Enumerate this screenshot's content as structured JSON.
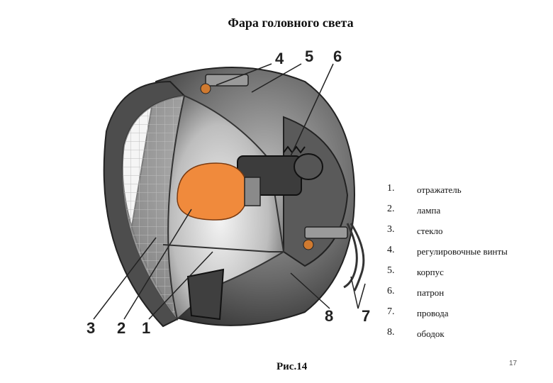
{
  "title": "Фара головного света",
  "caption": "Рис.14",
  "page_number": "17",
  "callouts": [
    "1",
    "2",
    "3",
    "4",
    "5",
    "6",
    "7",
    "8"
  ],
  "legend": [
    {
      "num": "1.",
      "text": "отражатель"
    },
    {
      "num": "2.",
      "text": "лампа"
    },
    {
      "num": "3.",
      "text": "стекло"
    },
    {
      "num": "4.",
      "text": "регулировочные винты"
    },
    {
      "num": "5.",
      "text": "корпус"
    },
    {
      "num": "6.",
      "text": "патрон"
    },
    {
      "num": "7.",
      "text": "провода"
    },
    {
      "num": "8.",
      "text": "ободок"
    }
  ],
  "colors": {
    "lamp": "#f08a3c",
    "body": "#6e6e6e",
    "glass": "#e8e8e8"
  }
}
